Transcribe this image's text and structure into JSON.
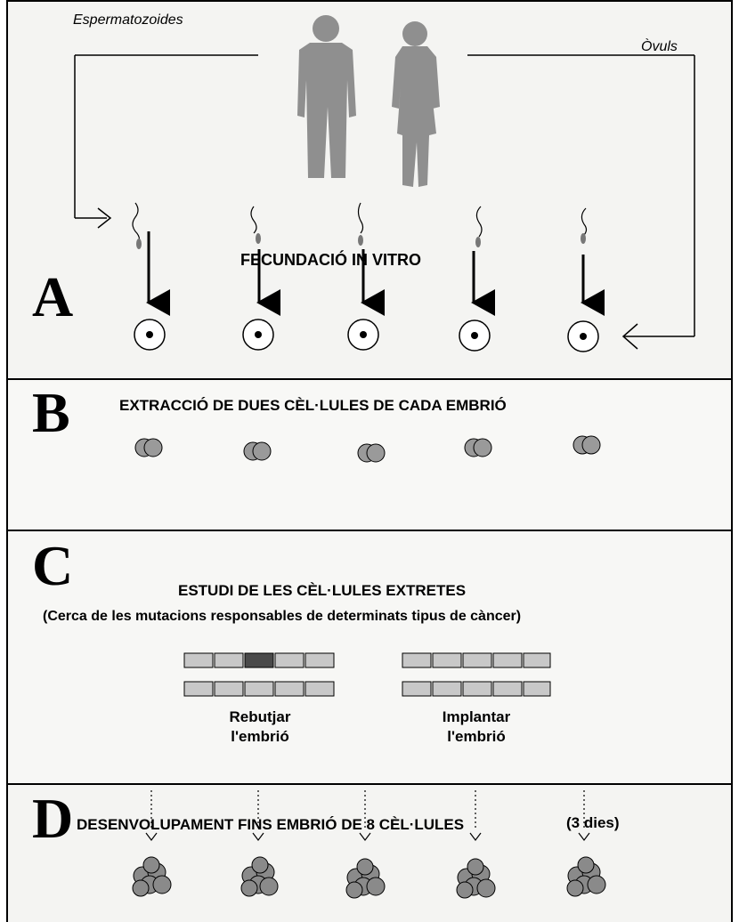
{
  "panel_a": {
    "letter": "A",
    "sperm_label": "Espermatozoides",
    "ovule_label": "Òvuls",
    "title": "FECUNDACIÓ IN VITRO"
  },
  "panel_b": {
    "letter": "B",
    "title": "EXTRACCIÓ DE DUES CÈL·LULES DE CADA EMBRIÓ"
  },
  "panel_c": {
    "letter": "C",
    "title": "ESTUDI DE LES CÈL·LULES EXTRETES",
    "subtitle": "(Cerca de les mutacions responsables de determinats tipus de càncer)",
    "reject_label_1": "Rebutjar",
    "reject_label_2": "l'embrió",
    "implant_label_1": "Implantar",
    "implant_label_2": "l'embrió"
  },
  "panel_d": {
    "letter": "D",
    "title": "DESENVOLUPAMENT FINS EMBRIÓ DE 8 CÈL·LULES",
    "duration": "(3 dies)"
  },
  "colors": {
    "ink": "#000000",
    "figure_gray": "#8f8f8f",
    "cell_gray": "#9a9a9a",
    "bar_light": "#c8c8c8",
    "bar_dark": "#4a4a4a"
  }
}
